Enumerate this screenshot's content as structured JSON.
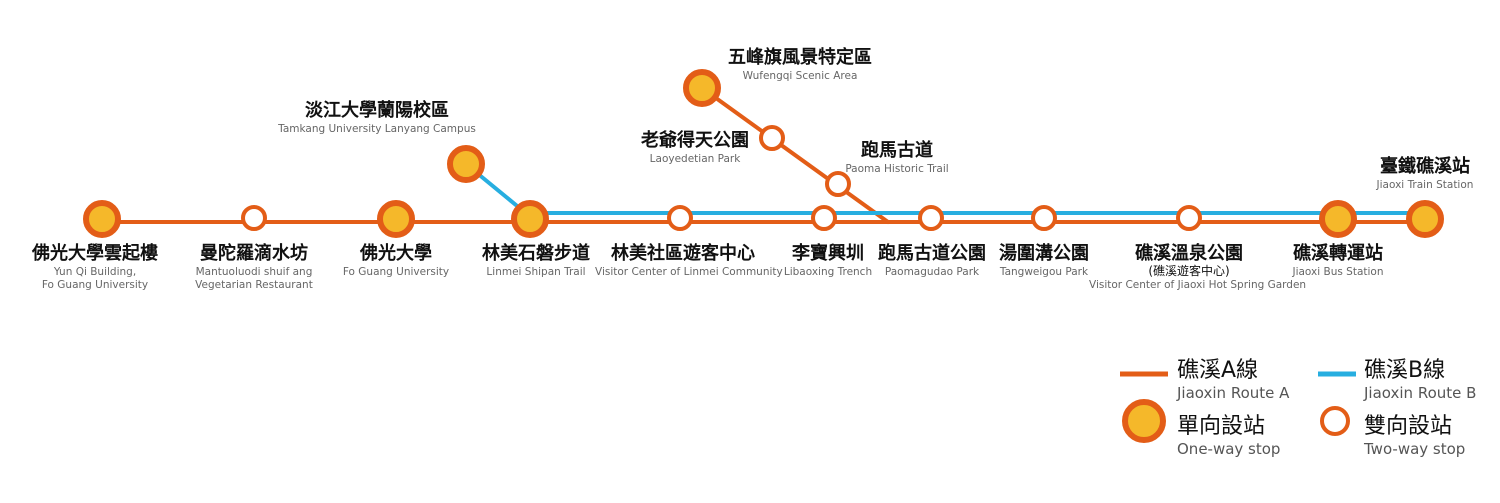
{
  "colors": {
    "route_a": "#e35d17",
    "route_b": "#27aee0",
    "stop_fill": "#f5b82a",
    "two_way_fill": "#ffffff",
    "text": "#111111",
    "subtext": "#666666"
  },
  "stations": [
    {
      "id": "yunqi",
      "zh": "佛光大學雲起樓",
      "en": "Yun Qi Building,",
      "en2": "Fo Guang University",
      "type": "one-way"
    },
    {
      "id": "mantuoluodi",
      "zh": "曼陀羅滴水坊",
      "en": "Mantuoluodi shuif ang",
      "en2": "Vegetarian Restaurant",
      "type": "two-way"
    },
    {
      "id": "foguang",
      "zh": "佛光大學",
      "en": "Fo Guang University",
      "type": "one-way"
    },
    {
      "id": "tamkang",
      "zh": "淡江大學蘭陽校區",
      "en": "Tamkang University Lanyang Campus",
      "type": "one-way"
    },
    {
      "id": "linmei_trail",
      "zh": "林美石磐步道",
      "en": "Linmei Shipan Trail",
      "type": "one-way"
    },
    {
      "id": "linmei_center",
      "zh": "林美社區遊客中心",
      "en": "Visitor Center of Linmei Community",
      "type": "two-way"
    },
    {
      "id": "wufengqi",
      "zh": "五峰旗風景特定區",
      "en": "Wufengqi Scenic Area",
      "type": "one-way"
    },
    {
      "id": "laoyedetian",
      "zh": "老爺得天公園",
      "en": "Laoyedetian Park",
      "type": "two-way"
    },
    {
      "id": "paoma_trail",
      "zh": "跑馬古道",
      "en": "Paoma Historic Trail",
      "type": "two-way"
    },
    {
      "id": "libaoxing",
      "zh": "李寶興圳",
      "en": "Libaoxing Trench",
      "type": "two-way"
    },
    {
      "id": "paomagudao_park",
      "zh": "跑馬古道公園",
      "en": "Paomagudao Park",
      "type": "two-way"
    },
    {
      "id": "tangweigou",
      "zh": "湯圍溝公園",
      "en": "Tangweigou Park",
      "type": "two-way"
    },
    {
      "id": "hotspring",
      "zh": "礁溪溫泉公園",
      "zh2": "(礁溪遊客中心)",
      "en": "Visitor Center of Jiaoxi Hot Spring Garden",
      "type": "two-way"
    },
    {
      "id": "busstation",
      "zh": "礁溪轉運站",
      "en": "Jiaoxi Bus Station",
      "type": "one-way"
    },
    {
      "id": "trainstation",
      "zh": "臺鐵礁溪站",
      "en": "Jiaoxi Train Station",
      "type": "one-way"
    }
  ],
  "legend": {
    "route_a": {
      "zh": "礁溪A線",
      "en": "Jiaoxin Route A"
    },
    "route_b": {
      "zh": "礁溪B線",
      "en": "Jiaoxin Route B"
    },
    "one_way": {
      "zh": "單向設站",
      "en": "One-way stop"
    },
    "two_way": {
      "zh": "雙向設站",
      "en": "Two-way stop"
    }
  }
}
